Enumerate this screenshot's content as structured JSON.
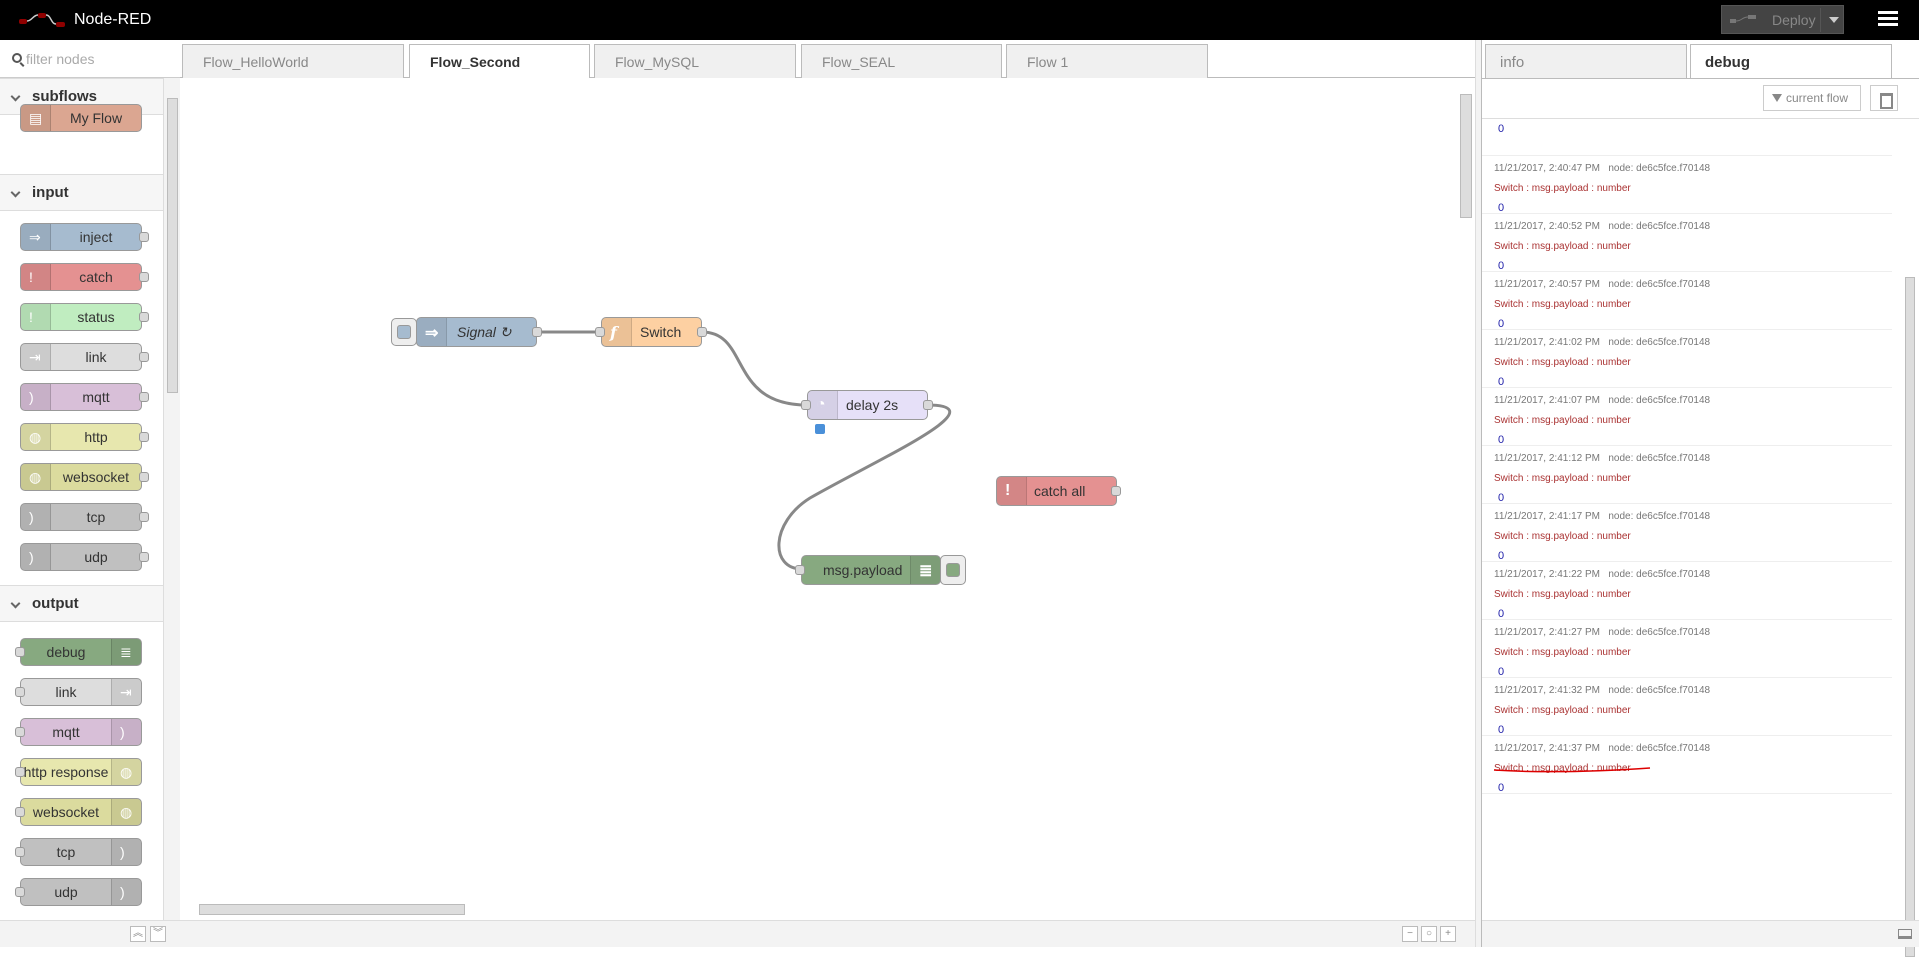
{
  "header": {
    "title": "Node-RED",
    "deploy_label": "Deploy"
  },
  "palette": {
    "filter_placeholder": "filter nodes",
    "categories": [
      {
        "name": "subflows",
        "nodes": [
          "My Flow"
        ]
      },
      {
        "name": "input",
        "nodes": [
          "inject",
          "catch",
          "status",
          "link",
          "mqtt",
          "http",
          "websocket",
          "tcp",
          "udp"
        ]
      },
      {
        "name": "output",
        "nodes": [
          "debug",
          "link",
          "mqtt",
          "http response",
          "websocket",
          "tcp",
          "udp"
        ]
      }
    ]
  },
  "workspace": {
    "tabs": [
      "Flow_HelloWorld",
      "Flow_Second",
      "Flow_MySQL",
      "Flow_SEAL",
      "Flow 1"
    ],
    "active_tab": "Flow_Second",
    "nodes": {
      "signal": "Signal ↻",
      "switch": "Switch",
      "delay": "delay 2s",
      "catch_all": "catch all",
      "msg_payload": "msg.payload"
    }
  },
  "sidebar": {
    "tabs": [
      "info",
      "debug"
    ],
    "active_tab": "debug",
    "filter_label": "current flow",
    "first_value": "0",
    "messages": [
      {
        "time": "11/21/2017, 2:40:47 PM",
        "node": "node: de6c5fce.f70148",
        "source": "Switch : msg.payload : number",
        "value": "0"
      },
      {
        "time": "11/21/2017, 2:40:52 PM",
        "node": "node: de6c5fce.f70148",
        "source": "Switch : msg.payload : number",
        "value": "0"
      },
      {
        "time": "11/21/2017, 2:40:57 PM",
        "node": "node: de6c5fce.f70148",
        "source": "Switch : msg.payload : number",
        "value": "0"
      },
      {
        "time": "11/21/2017, 2:41:02 PM",
        "node": "node: de6c5fce.f70148",
        "source": "Switch : msg.payload : number",
        "value": "0"
      },
      {
        "time": "11/21/2017, 2:41:07 PM",
        "node": "node: de6c5fce.f70148",
        "source": "Switch : msg.payload : number",
        "value": "0"
      },
      {
        "time": "11/21/2017, 2:41:12 PM",
        "node": "node: de6c5fce.f70148",
        "source": "Switch : msg.payload : number",
        "value": "0"
      },
      {
        "time": "11/21/2017, 2:41:17 PM",
        "node": "node: de6c5fce.f70148",
        "source": "Switch : msg.payload : number",
        "value": "0"
      },
      {
        "time": "11/21/2017, 2:41:22 PM",
        "node": "node: de6c5fce.f70148",
        "source": "Switch : msg.payload : number",
        "value": "0"
      },
      {
        "time": "11/21/2017, 2:41:27 PM",
        "node": "node: de6c5fce.f70148",
        "source": "Switch : msg.payload : number",
        "value": "0"
      },
      {
        "time": "11/21/2017, 2:41:32 PM",
        "node": "node: de6c5fce.f70148",
        "source": "Switch : msg.payload : number",
        "value": "0"
      },
      {
        "time": "11/21/2017, 2:41:37 PM",
        "node": "node: de6c5fce.f70148",
        "source": "Switch : msg.payload : number",
        "value": "0"
      }
    ]
  },
  "colors": {
    "inject": "#a6bbcf",
    "catch": "#e49191",
    "status": "#c0edc0",
    "link": "#dddddd",
    "mqtt": "#d8bfd8",
    "http": "#e7e7ae",
    "websocket": "#dbdb9e",
    "tcp": "#c0c0c0",
    "debug": "#87a980",
    "function": "#fdd0a2",
    "delay": "#e6e0f8",
    "subflow": "#dba691",
    "debug_source": "#aa3333",
    "annotation": "#dd0000"
  }
}
